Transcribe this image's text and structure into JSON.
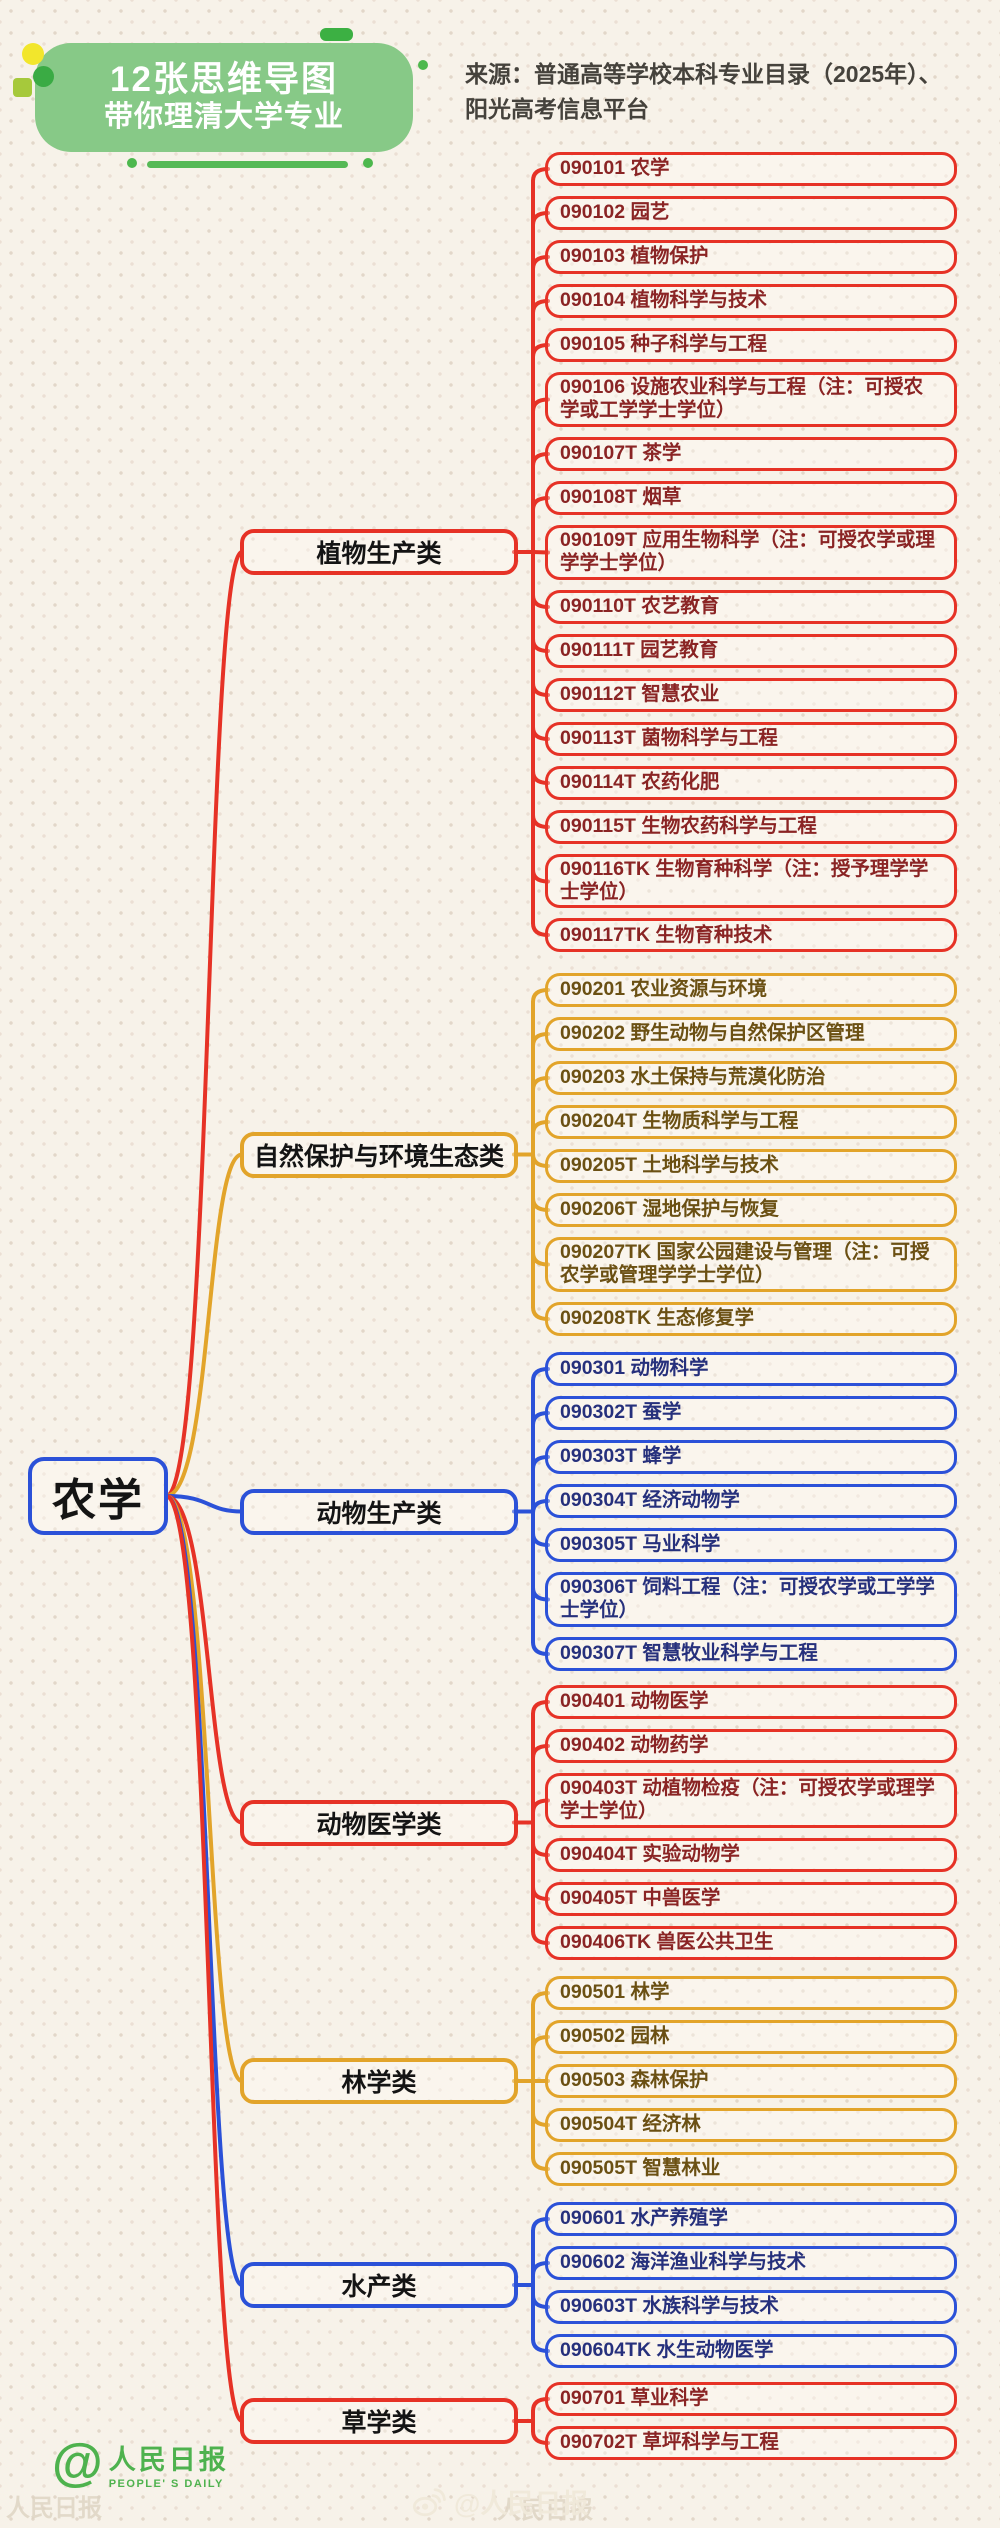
{
  "header": {
    "badge_line1": "12张思维导图",
    "badge_line2": "带你理清大学专业",
    "source_line1": "来源：普通高等学校本科专业目录（2025年）、",
    "source_line2": "阳光高考信息平台"
  },
  "colors": {
    "red": "#e63226",
    "yellow": "#e2a42a",
    "blue": "#2b51d8",
    "badge_green": "#87c987",
    "logo_green": "#4eb24e"
  },
  "root": {
    "label": "农学"
  },
  "branches": [
    {
      "label": "植物生产类",
      "color": "red",
      "leaves": [
        "090101 农学",
        "090102 园艺",
        "090103 植物保护",
        "090104 植物科学与技术",
        "090105 种子科学与工程",
        "090106 设施农业科学与工程（注：可授农学或工学学士学位）",
        "090107T 茶学",
        "090108T 烟草",
        "090109T 应用生物科学（注：可授农学或理学学士学位）",
        "090110T 农艺教育",
        "090111T 园艺教育",
        "090112T 智慧农业",
        "090113T 菌物科学与工程",
        "090114T 农药化肥",
        "090115T 生物农药科学与工程",
        "090116TK 生物育种科学（注：授予理学学士学位）",
        "090117TK 生物育种技术"
      ]
    },
    {
      "label": "自然保护与环境生态类",
      "color": "yellow",
      "leaves": [
        "090201 农业资源与环境",
        "090202 野生动物与自然保护区管理",
        "090203 水土保持与荒漠化防治",
        "090204T 生物质科学与工程",
        "090205T 土地科学与技术",
        "090206T 湿地保护与恢复",
        "090207TK 国家公园建设与管理（注：可授农学或管理学学士学位）",
        "090208TK 生态修复学"
      ]
    },
    {
      "label": "动物生产类",
      "color": "blue",
      "leaves": [
        "090301 动物科学",
        "090302T 蚕学",
        "090303T 蜂学",
        "090304T 经济动物学",
        "090305T 马业科学",
        "090306T 饲料工程（注：可授农学或工学学士学位）",
        "090307T 智慧牧业科学与工程"
      ]
    },
    {
      "label": "动物医学类",
      "color": "red",
      "leaves": [
        "090401 动物医学",
        "090402 动物药学",
        "090403T 动植物检疫（注：可授农学或理学学士学位）",
        "090404T 实验动物学",
        "090405T 中兽医学",
        "090406TK 兽医公共卫生"
      ]
    },
    {
      "label": "林学类",
      "color": "yellow",
      "leaves": [
        "090501 林学",
        "090502 园林",
        "090503 森林保护",
        "090504T 经济林",
        "090505T 智慧林业"
      ]
    },
    {
      "label": "水产类",
      "color": "blue",
      "leaves": [
        "090601 水产养殖学",
        "090602 海洋渔业科学与技术",
        "090603T 水族科学与技术",
        "090604TK 水生动物医学"
      ]
    },
    {
      "label": "草学类",
      "color": "red",
      "leaves": [
        "090701 草业科学",
        "090702T 草坪科学与工程"
      ]
    }
  ],
  "footer": {
    "logo_cn": "人民日报",
    "logo_en": "PEOPLE' S DAILY",
    "weibo_watermark": "@人民日报",
    "faint_watermark": "人民日报"
  }
}
